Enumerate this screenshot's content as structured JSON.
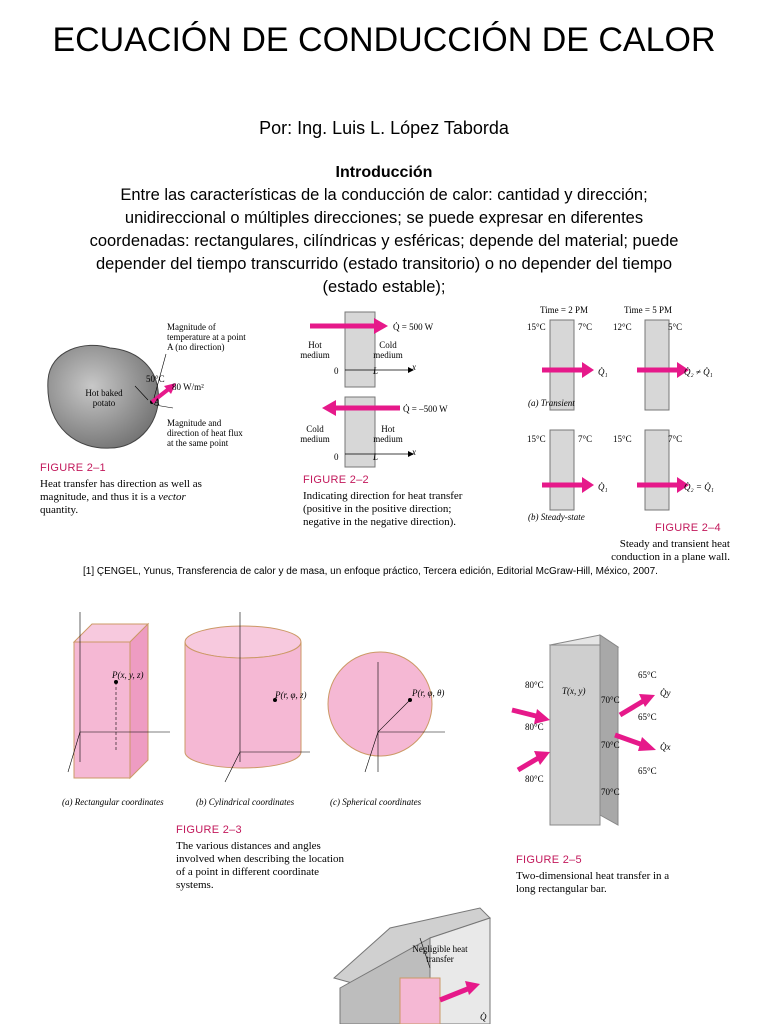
{
  "title": "ECUACIÓN DE CONDUCCIÓN DE CALOR",
  "author": "Por: Ing. Luis L. López Taborda",
  "intro": {
    "heading": "Introducción",
    "text": "Entre las características de la conducción de calor:  cantidad y dirección; unidireccional o múltiples direcciones; se puede expresar en diferentes coordenadas: rectangulares, cilíndricas y esféricas; depende del material; puede depender del tiempo transcurrido (estado transitorio) o no depender del tiempo (estado estable);"
  },
  "fig21": {
    "label": "FIGURE 2–1",
    "caption_a": "Heat transfer has direction as well as magnitude, and thus it is a",
    "caption_b": "vector",
    "caption_c": "quantity.",
    "note_top": "Magnitude of temperature at a point A (no direction)",
    "note_bottom": "Magnitude and direction of heat flux at the same point",
    "temp": "50°C",
    "flux": "80 W/m²",
    "point": "A",
    "object": "Hot baked potato"
  },
  "fig22": {
    "label": "FIGURE 2–2",
    "caption": "Indicating direction for heat transfer (positive in the positive direction; negative in the negative direction).",
    "q_pos": "Q̇ = 500 W",
    "q_neg": "Q̇ = –500 W",
    "hot": "Hot medium",
    "cold": "Cold medium",
    "zero": "0",
    "L": "L",
    "x": "x"
  },
  "fig24": {
    "label": "FIGURE 2–4",
    "caption": "Steady and transient heat conduction in a plane wall.",
    "time1": "Time = 2 PM",
    "time2": "Time = 5 PM",
    "t15": "15°C",
    "t7": "7°C",
    "t12": "12°C",
    "t5": "5°C",
    "q1": "Q̇₁",
    "q2ne": "Q̇₂ ≠ Q̇₁",
    "q2eq": "Q̇₂ = Q̇₁",
    "transient": "(a) Transient",
    "steady": "(b) Steady-state"
  },
  "reference": "[1] ÇENGEL, Yunus, Transferencia de calor y de masa, un enfoque práctico, Tercera edición, Editorial McGraw-Hill, México, 2007.",
  "fig23": {
    "label": "FIGURE 2–3",
    "caption": "The various distances and angles involved when describing the location of a point in different coordinate systems.",
    "rect": "(a) Rectangular coordinates",
    "cyl": "(b) Cylindrical coordinates",
    "sph": "(c) Spherical coordinates",
    "p_rect": "P(x, y, z)",
    "p_cyl": "P(r, φ, z)",
    "p_sph": "P(r, φ, θ)"
  },
  "fig25": {
    "label": "FIGURE 2–5",
    "caption": "Two-dimensional heat transfer in a long rectangular bar.",
    "t80": "80°C",
    "t70": "70°C",
    "t65": "65°C",
    "txy": "T(x, y)",
    "qy": "Q̇y",
    "qx": "Q̇x"
  },
  "fig26": {
    "note": "Negligible heat transfer",
    "q": "Q̇"
  },
  "colors": {
    "accent": "#e6198a",
    "label": "#c2185b",
    "pink_fill": "#f5b8d4"
  }
}
